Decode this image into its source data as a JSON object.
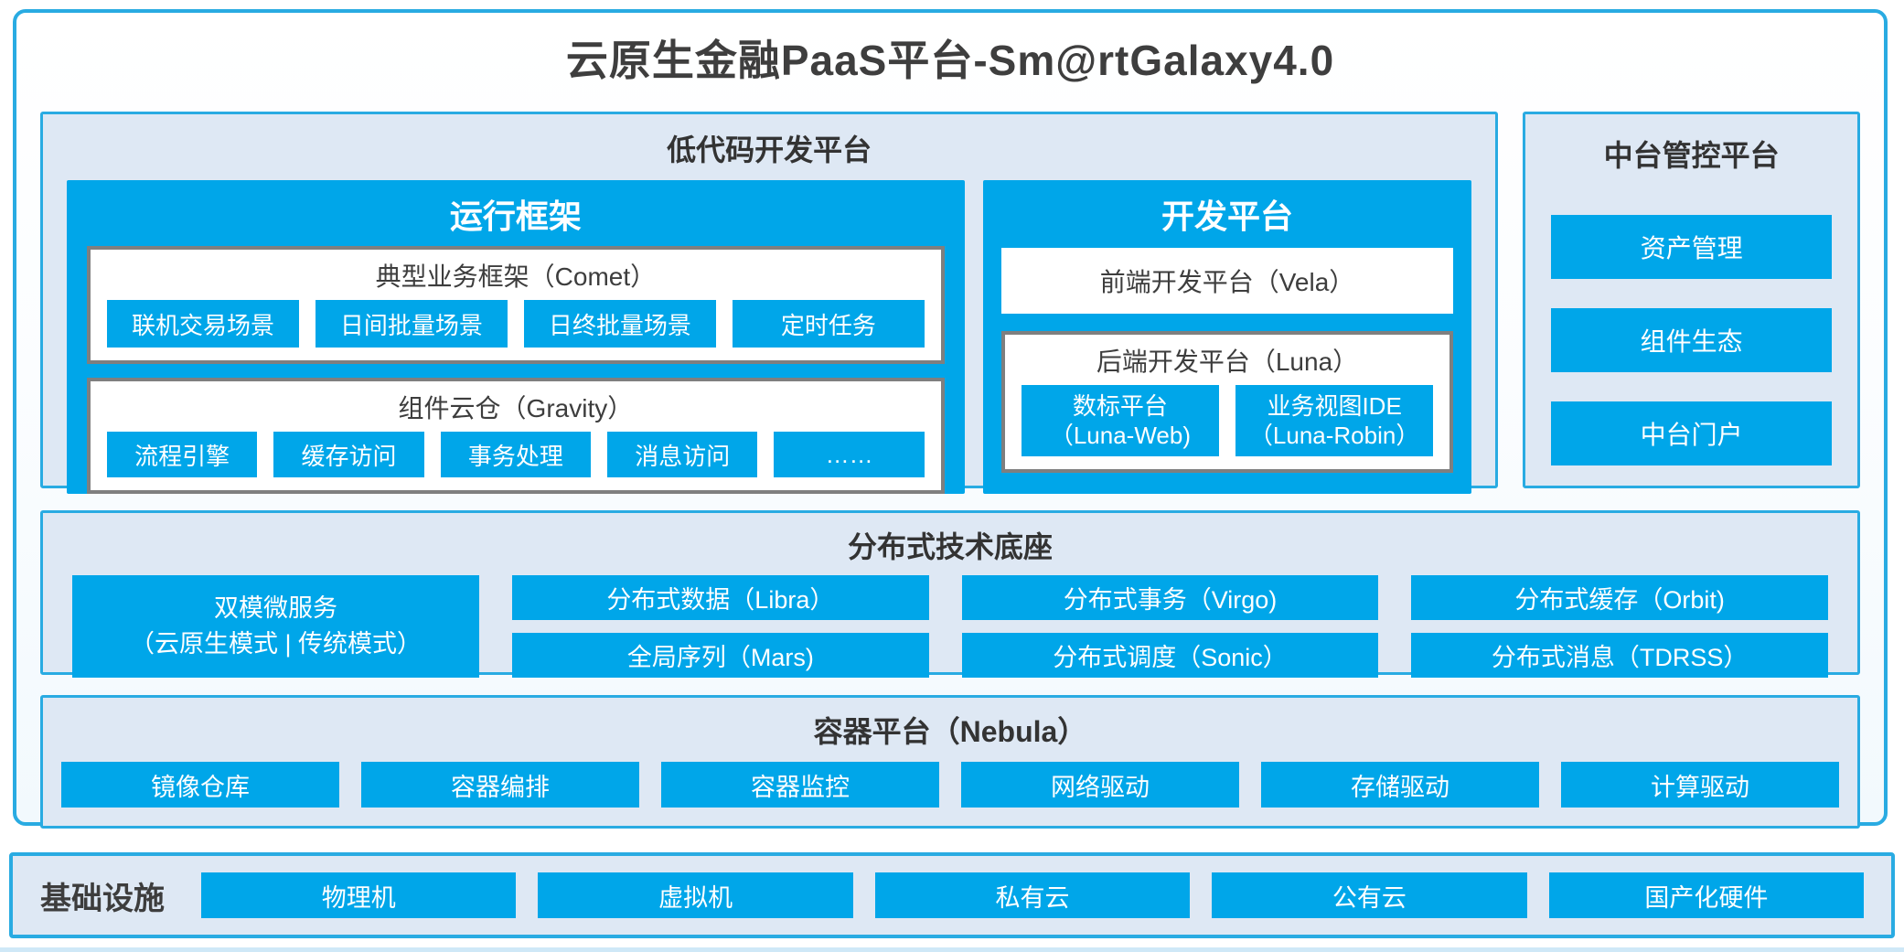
{
  "title": "云原生金融PaaS平台-Sm@rtGalaxy4.0",
  "colors": {
    "accent_blue": "#00a6e9",
    "border_cyan": "#29abe2",
    "panel_bg": "#dee8f4",
    "gray_box_border": "#7f7f7f",
    "text_dark": "#3d3d3d"
  },
  "low_code": {
    "title": "低代码开发平台",
    "runtime": {
      "title": "运行框架",
      "comet": {
        "title": "典型业务框架（Comet）",
        "items": [
          "联机交易场景",
          "日间批量场景",
          "日终批量场景",
          "定时任务"
        ]
      },
      "gravity": {
        "title": "组件云仓（Gravity）",
        "items": [
          "流程引擎",
          "缓存访问",
          "事务处理",
          "消息访问",
          "……"
        ]
      }
    },
    "dev": {
      "title": "开发平台",
      "vela": "前端开发平台（Vela）",
      "luna": {
        "title": "后端开发平台（Luna）",
        "items": [
          {
            "line1": "数标平台",
            "line2": "（Luna-Web)"
          },
          {
            "line1": "业务视图IDE",
            "line2": "（Luna-Robin）"
          }
        ]
      }
    }
  },
  "mid_platform": {
    "title": "中台管控平台",
    "items": [
      "资产管理",
      "组件生态",
      "中台门户"
    ]
  },
  "distributed": {
    "title": "分布式技术底座",
    "dual_mode": {
      "line1": "双模微服务",
      "line2": "（云原生模式 | 传统模式）"
    },
    "columns": [
      [
        "分布式数据（Libra）",
        "全局序列（Mars)"
      ],
      [
        "分布式事务（Virgo)",
        "分布式调度（Sonic）"
      ],
      [
        "分布式缓存（Orbit)",
        "分布式消息（TDRSS）"
      ]
    ]
  },
  "container_platform": {
    "title": "容器平台（Nebula）",
    "items": [
      "镜像仓库",
      "容器编排",
      "容器监控",
      "网络驱动",
      "存储驱动",
      "计算驱动"
    ]
  },
  "infrastructure": {
    "title": "基础设施",
    "items": [
      "物理机",
      "虚拟机",
      "私有云",
      "公有云",
      "国产化硬件"
    ]
  }
}
